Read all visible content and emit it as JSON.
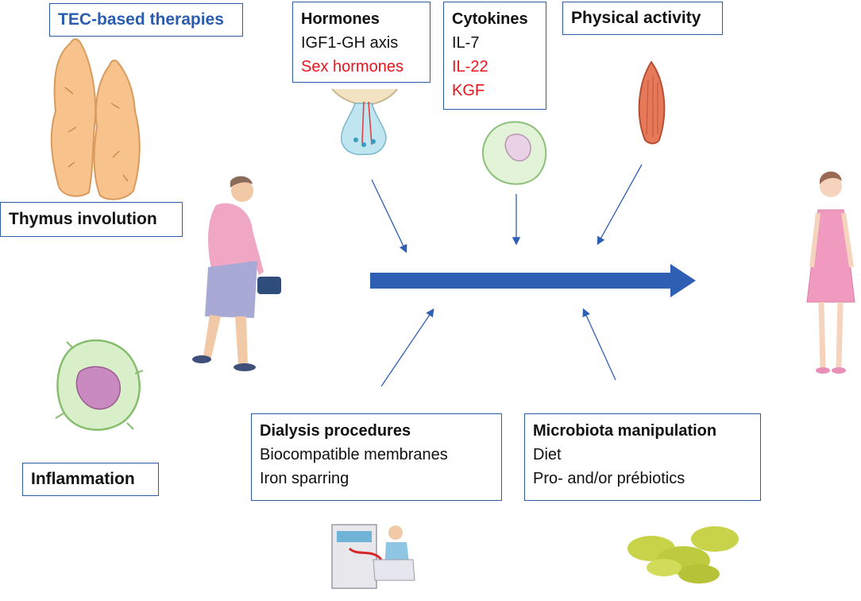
{
  "boxes": {
    "tec": {
      "label": "TEC-based therapies"
    },
    "hormones": {
      "title": "Hormones",
      "items": [
        "IGF1-GH axis",
        "Sex hormones"
      ]
    },
    "cytokines": {
      "title": "Cytokines",
      "items": [
        "IL-7",
        "IL-22",
        "KGF"
      ]
    },
    "physical": {
      "title": "Physical activity"
    },
    "thymus": {
      "label": "Thymus involution"
    },
    "inflammation": {
      "label": "Inflammation"
    },
    "dialysis": {
      "title": "Dialysis procedures",
      "items": [
        "Biocompatible membranes",
        "Iron sparring"
      ]
    },
    "microbiota": {
      "title": "Microbiota manipulation",
      "items": [
        "Diet",
        "Pro- and/or prébiotics"
      ]
    }
  },
  "colors": {
    "box_border": "#2e5aa6",
    "arrow": "#2f5fb3",
    "highlight_red": "#e8141b",
    "tec_text_blue": "#2a5db0"
  },
  "illustrations": [
    "thymus-illustration",
    "pituitary-illustration",
    "lymphocyte-illustration",
    "muscle-illustration",
    "elderly-woman-illustration",
    "young-woman-illustration",
    "inflammatory-cell-illustration",
    "dialysis-illustration",
    "microbiota-illustration"
  ]
}
